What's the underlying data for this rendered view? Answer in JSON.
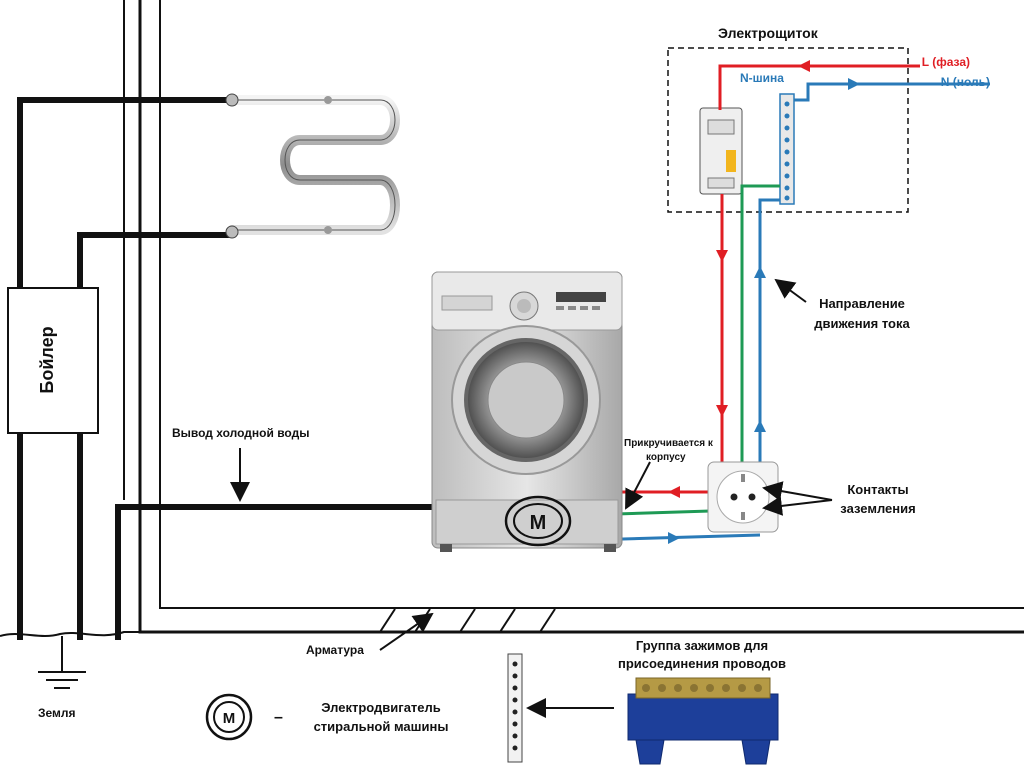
{
  "panel": {
    "title": "Электрощиток",
    "phase_label": "L (фаза)",
    "neutral_label": "N (ноль)",
    "n_bus_label": "N-шина"
  },
  "boiler": {
    "label": "Бойлер"
  },
  "labels": {
    "cold_water": "Вывод холодной воды",
    "screwed_to_body_line1": "Прикручивается к",
    "screwed_to_body_line2": "корпусу",
    "current_dir_line1": "Направление",
    "current_dir_line2": "движения тока",
    "ground_contacts_line1": "Контакты",
    "ground_contacts_line2": "заземления",
    "rebar": "Арматура",
    "ground": "Земля",
    "terminal_group_line1": "Группа зажимов для",
    "terminal_group_line2": "присоединения проводов",
    "motor_symbol": "М",
    "motor_legend_dash": "–",
    "motor_legend_line1": "Электродвигатель",
    "motor_legend_line2": "стиральной машины"
  },
  "colors": {
    "phase": "#e01e24",
    "neutral": "#2a7ab8",
    "ground_wire": "#1e9a55",
    "structure": "#111111",
    "terminal_block": "#1d3f9a",
    "terminal_brass": "#b59a45"
  }
}
